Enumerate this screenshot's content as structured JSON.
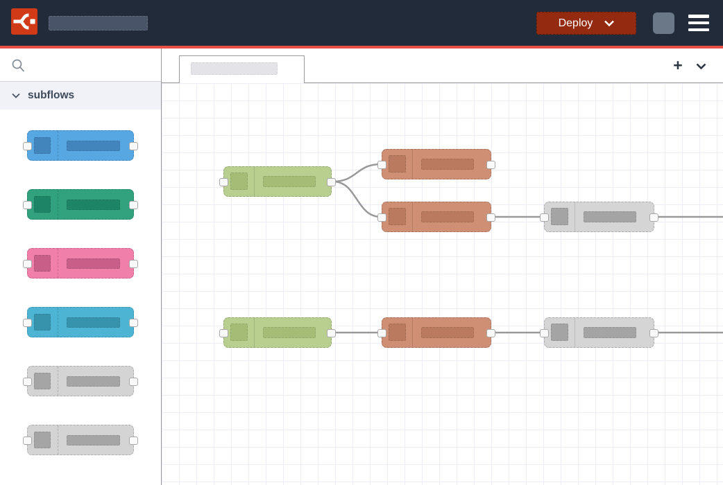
{
  "theme": {
    "header-bg": "#222b3a",
    "accent-red": "#e84f45",
    "logo-red": "#d13a17",
    "header-skeleton": "#4a5468",
    "deploy-bg": "#942b11",
    "avatar-gray": "#6b7888",
    "sidebar-section-bg": "#f1f1f8",
    "sidebar-text": "#3e4959",
    "border-gray": "#9a9a9a",
    "light-border": "#d4d4d4",
    "grid-line": "#ededf5",
    "wire": "#999999",
    "port-bg": "#f9f9f9",
    "port-border": "#a8a8a8",
    "tab-skeleton": "#e4e4e8",
    "canvas-icon-dark": "#2d3644"
  },
  "header": {
    "logo_icon": "node-red-logo",
    "deploy": {
      "label": "Deploy",
      "chevron_icon": "chevron-down"
    },
    "avatar_icon": "user-avatar-placeholder",
    "menu_icon": "hamburger-menu"
  },
  "sidebar": {
    "search": {
      "icon": "search",
      "value": ""
    },
    "section": {
      "label": "subflows",
      "icon": "chevron-down",
      "expanded": true
    },
    "palette": [
      {
        "name": "subflow-blue",
        "body": "#57a7e2",
        "dark": "#4285bd"
      },
      {
        "name": "subflow-green",
        "body": "#31a17e",
        "dark": "#1e8466"
      },
      {
        "name": "subflow-pink",
        "body": "#f07fa9",
        "dark": "#c75f88"
      },
      {
        "name": "subflow-cyan",
        "body": "#4db5d3",
        "dark": "#3793ac"
      },
      {
        "name": "subflow-gray-1",
        "body": "#d4d4d4",
        "dark": "#a5a5a5"
      },
      {
        "name": "subflow-gray-2",
        "body": "#d4d4d4",
        "dark": "#a5a5a5"
      }
    ]
  },
  "workspace": {
    "active_tab": {
      "label_skeleton": true
    },
    "add_tab_icon": "+",
    "list_tabs_icon": "chevron-down",
    "wire_color": "#999999",
    "nodes": [
      {
        "name": "flow1-source-green",
        "body": "#b9cf90",
        "dark": "#a4bc76"
      },
      {
        "name": "flow1-branch-orange-a",
        "body": "#cf8f75",
        "dark": "#b97a5f"
      },
      {
        "name": "flow1-branch-orange-b",
        "body": "#cf8f75",
        "dark": "#b97a5f"
      },
      {
        "name": "flow1-sink-gray",
        "body": "#d5d5d5",
        "dark": "#a4a4a4"
      },
      {
        "name": "flow2-source-green",
        "body": "#b9cf90",
        "dark": "#a4bc76"
      },
      {
        "name": "flow2-mid-orange",
        "body": "#cf8f75",
        "dark": "#b97a5f"
      },
      {
        "name": "flow2-sink-gray",
        "body": "#d5d5d5",
        "dark": "#a4a4a4"
      }
    ]
  }
}
